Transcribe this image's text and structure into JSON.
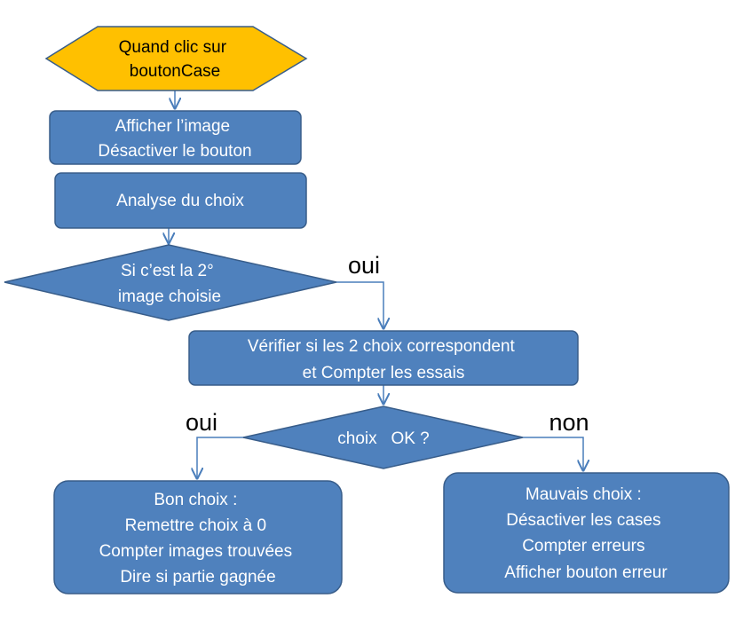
{
  "diagram": {
    "start": {
      "lines": [
        "Quand clic sur",
        "boutonCase"
      ]
    },
    "step1": {
      "lines": [
        "Afficher l’image",
        "Désactiver le bouton"
      ]
    },
    "step2": {
      "lines": [
        "Analyse du choix"
      ]
    },
    "decision1": {
      "lines": [
        "Si c’est la 2°",
        "image choisie"
      ]
    },
    "step3": {
      "lines": [
        "Vérifier si  les  2 choix  correspondent",
        "et Compter les essais"
      ]
    },
    "decision2": {
      "lines": [
        "choix   OK ?"
      ]
    },
    "good": {
      "lines": [
        "Bon choix :",
        "Remettre  choix à 0",
        "Compter images trouvées",
        "Dire si partie gagnée"
      ]
    },
    "bad": {
      "lines": [
        "Mauvais choix :",
        "Désactiver les cases",
        "Compter erreurs",
        "Afficher bouton erreur"
      ]
    },
    "labels": {
      "yes1": "oui",
      "yes2": "oui",
      "no2": "non"
    },
    "colors": {
      "start_fill": "#ffc000",
      "box_fill": "#4f81bd",
      "box_stroke": "#385d8a",
      "connector": "#4a7ebb"
    }
  }
}
